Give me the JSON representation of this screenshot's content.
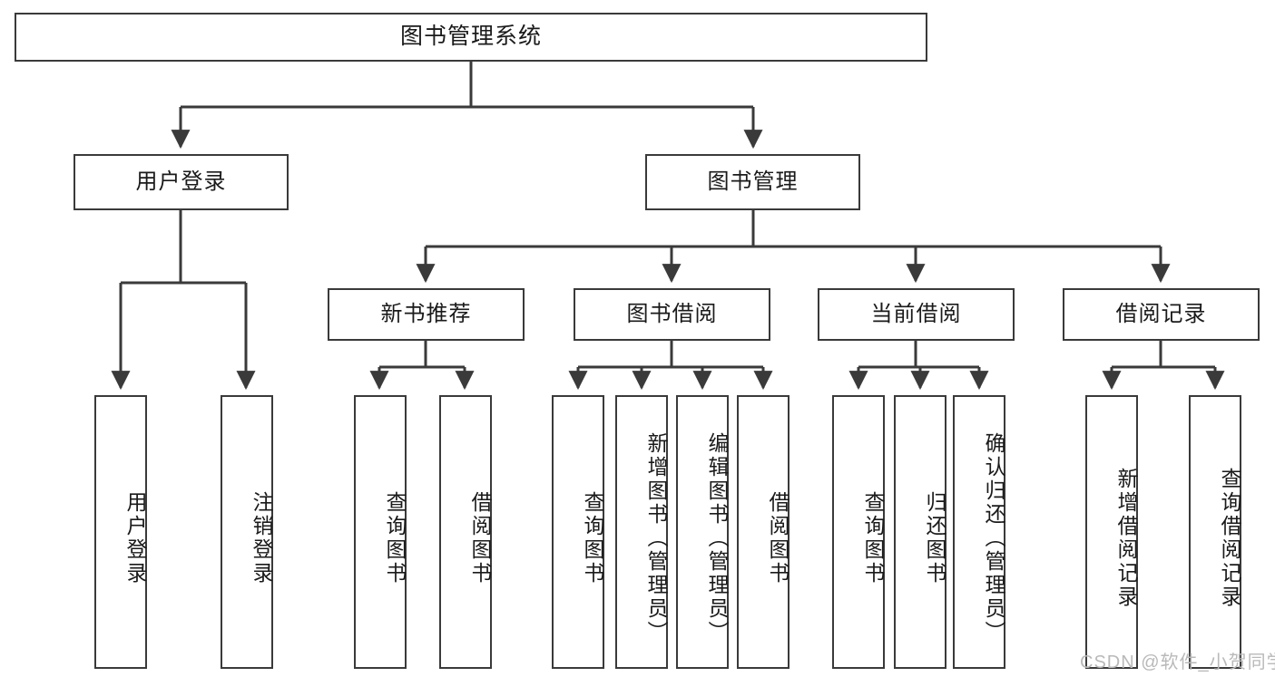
{
  "diagram": {
    "title_text": "图书管理系统",
    "type": "tree-hierarchy-chart",
    "colors": {
      "box_border": "#3a3a3a",
      "box_fill": "#ffffff",
      "line": "#3a3a3a",
      "text": "#1a1a1a",
      "watermark": "#b9b9b9",
      "background": "#ffffff"
    },
    "nodes": {
      "root": {
        "label": "图书管理系统"
      },
      "level2": [
        {
          "id": "user-login",
          "label": "用户登录"
        },
        {
          "id": "book-management",
          "label": "图书管理"
        }
      ],
      "level3": [
        {
          "id": "new-book-recommend",
          "label": "新书推荐"
        },
        {
          "id": "book-borrow",
          "label": "图书借阅"
        },
        {
          "id": "current-borrow",
          "label": "当前借阅"
        },
        {
          "id": "borrow-record",
          "label": "借阅记录"
        }
      ],
      "leaves": {
        "user_login": [
          {
            "id": "leaf-user-login",
            "label": "用户登录"
          },
          {
            "id": "leaf-logout-login",
            "label": "注销登录"
          }
        ],
        "new_book_recommend": [
          {
            "id": "leaf-query-book-1",
            "label": "查询图书"
          },
          {
            "id": "leaf-borrow-book-1",
            "label": "借阅图书"
          }
        ],
        "book_borrow": [
          {
            "id": "leaf-query-book-2",
            "label": "查询图书"
          },
          {
            "id": "leaf-add-book",
            "label": "新增图书（管理员）"
          },
          {
            "id": "leaf-edit-book",
            "label": "编辑图书（管理员）"
          },
          {
            "id": "leaf-borrow-book-2",
            "label": "借阅图书"
          }
        ],
        "current_borrow": [
          {
            "id": "leaf-query-book-3",
            "label": "查询图书"
          },
          {
            "id": "leaf-return-book",
            "label": "归还图书"
          },
          {
            "id": "leaf-confirm-return",
            "label": "确认归还（管理员）"
          }
        ],
        "borrow_record": [
          {
            "id": "leaf-add-borrow-record",
            "label": "新增借阅记录"
          },
          {
            "id": "leaf-query-borrow-record",
            "label": "查询借阅记录"
          }
        ]
      }
    },
    "watermark": "CSDN @软件_小贺同学"
  }
}
